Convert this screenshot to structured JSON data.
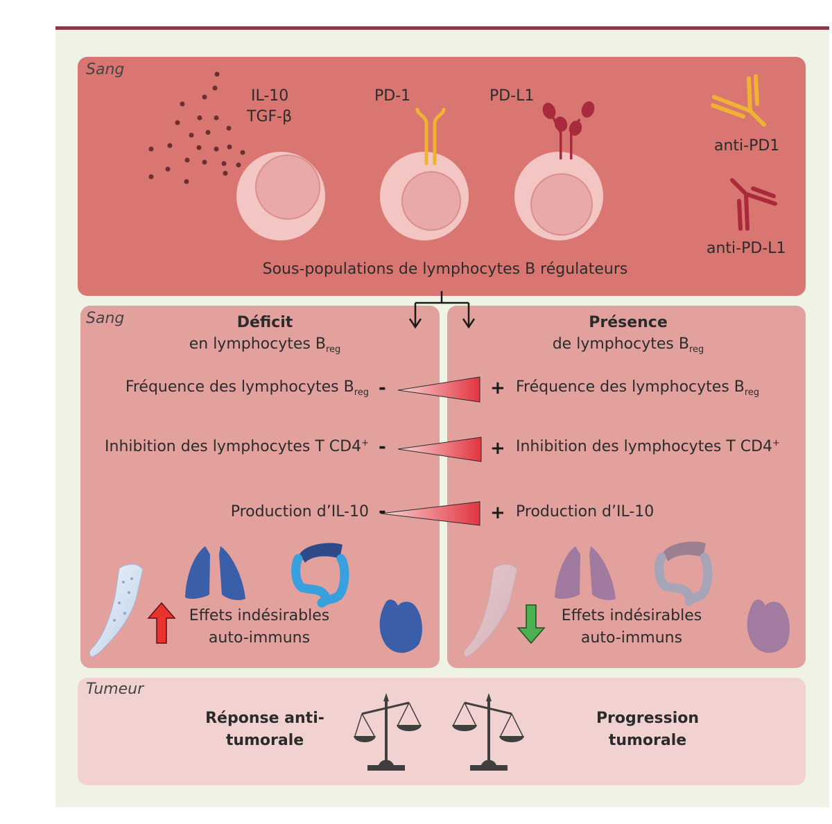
{
  "top_panel": {
    "region_label": "Sang",
    "cytokine_label_1": "IL-10",
    "cytokine_label_2": "TGF-β",
    "receptor_label_pd1": "PD-1",
    "receptor_label_pdl1": "PD-L1",
    "antibody_label_pd1": "anti-PD1",
    "antibody_label_pdl1": "anti-PD-L1",
    "caption": "Sous-populations de lymphocytes B régulateurs"
  },
  "left_panel": {
    "region_label": "Sang",
    "title": "Déficit",
    "subtitle_prefix": "en lymphocytes B",
    "subtitle_sub": "reg",
    "row1_prefix": "Fréquence des lymphocytes B",
    "row1_sub": "reg",
    "row2_prefix": "Inhibition des lymphocytes T CD4",
    "row2_sup": "+",
    "row3": "Production d’IL-10",
    "sign": "-",
    "effects_line1": "Effets indésirables",
    "effects_line2": "auto-immuns"
  },
  "right_panel": {
    "title": "Présence",
    "subtitle_prefix": "de lymphocytes B",
    "subtitle_sub": "reg",
    "row1_prefix": "Fréquence des lymphocytes B",
    "row1_sub": "reg",
    "row2_prefix": "Inhibition des lymphocytes T CD4",
    "row2_sup": "+",
    "row3": "Production d’IL-10",
    "sign": "+",
    "effects_line1": "Effets indésirables",
    "effects_line2": "auto-immuns"
  },
  "bottom_panel": {
    "region_label": "Tumeur",
    "left_line1": "Réponse anti-",
    "left_line2": "tumorale",
    "right_line1": "Progression",
    "right_line2": "tumorale"
  },
  "colors": {
    "top_panel": "#d97672",
    "mid_panel": "#e3a19e",
    "bottom_panel": "#f2d2d0",
    "pd1_yellow": "#f0b233",
    "pdl1_red": "#a82a3c",
    "organ_blue": "#3a5ea8",
    "up_arrow_red": "#e8332f",
    "down_arrow_green": "#4caf50"
  }
}
